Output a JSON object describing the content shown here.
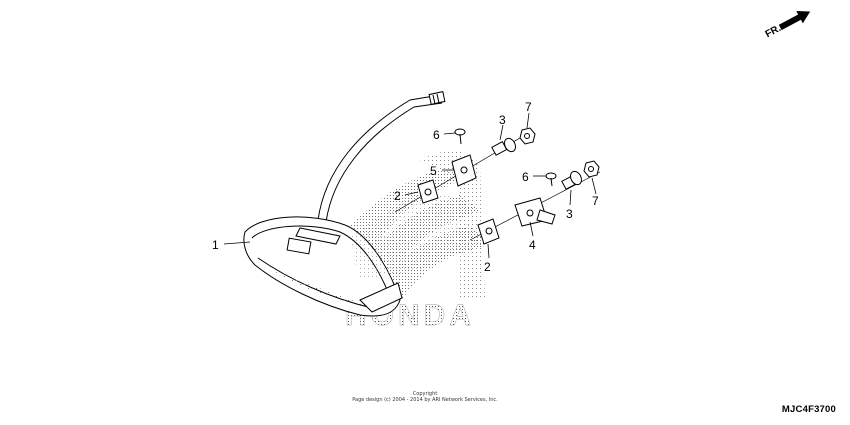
{
  "direction_marker": {
    "text": "FR."
  },
  "watermark": {
    "text": "HONDA"
  },
  "callouts": [
    {
      "id": "c1",
      "label": "1"
    },
    {
      "id": "c2a",
      "label": "2"
    },
    {
      "id": "c2b",
      "label": "2"
    },
    {
      "id": "c3a",
      "label": "3"
    },
    {
      "id": "c3b",
      "label": "3"
    },
    {
      "id": "c4",
      "label": "4"
    },
    {
      "id": "c5",
      "label": "5"
    },
    {
      "id": "c6a",
      "label": "6"
    },
    {
      "id": "c6b",
      "label": "6"
    },
    {
      "id": "c7a",
      "label": "7"
    },
    {
      "id": "c7b",
      "label": "7"
    }
  ],
  "copyright": {
    "line1": "Copyright",
    "line2": "Page design (c) 2004 - 2014 by ARI Network Services, Inc."
  },
  "diagram_code": "MJC4F3700"
}
